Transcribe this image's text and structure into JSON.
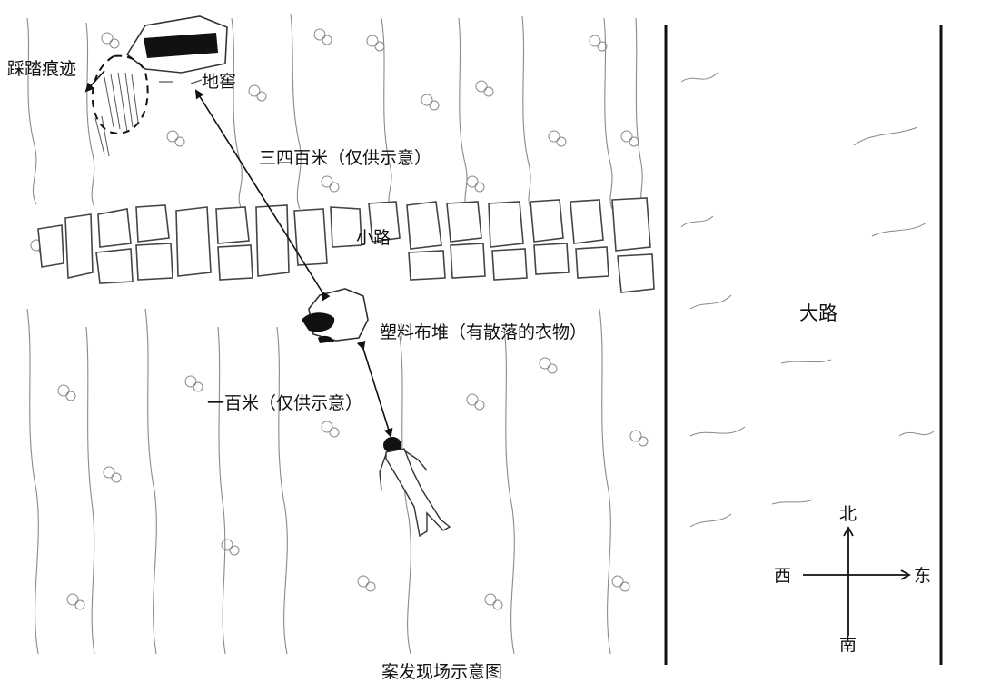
{
  "labels": {
    "footprints": "踩踏痕迹",
    "cellar": "地窖",
    "distance_cellar_to_pile": "三四百米（仅供示意）",
    "path": "小路",
    "plastic_pile": "塑料布堆（有散落的衣物）",
    "distance_pile_to_body": "一百米（仅供示意）",
    "main_road": "大路",
    "caption": "案发现场示意图"
  },
  "compass": {
    "north": "北",
    "south": "南",
    "west": "西",
    "east": "东"
  },
  "colors": {
    "ink": "#111111",
    "stroke": "#777777",
    "paper": "#ffffff"
  }
}
